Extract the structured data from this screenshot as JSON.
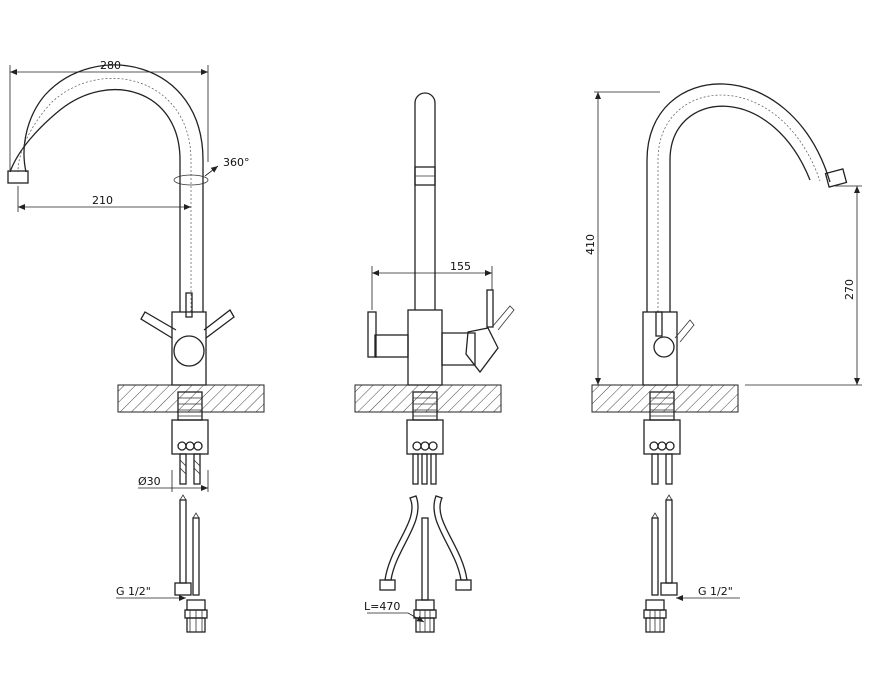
{
  "dimensions": {
    "front_spout_reach": "280",
    "front_spout_offset": "210",
    "rotation": "360°",
    "base_diameter": "Ø30",
    "front_thread": "G 1/2\"",
    "side_handle_width": "155",
    "hose_length": "L=470",
    "right_height": "410",
    "right_outlet_height": "270",
    "right_thread": "G 1/2\""
  },
  "colors": {
    "line": "#222222",
    "background": "#ffffff"
  }
}
